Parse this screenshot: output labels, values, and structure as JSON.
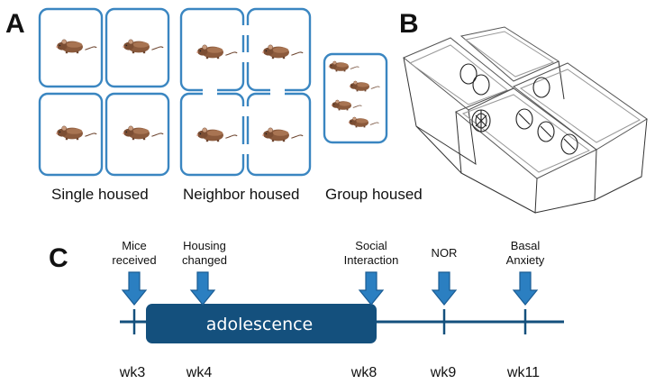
{
  "panels": {
    "a": "A",
    "b": "B",
    "c": "C"
  },
  "housing": {
    "single": "Single housed",
    "neighbor": "Neighbor housed",
    "group": "Group housed"
  },
  "timeline": {
    "bar_label": "adolescence",
    "weeks": [
      "wk3",
      "wk4",
      "wk8",
      "wk9",
      "wk11"
    ],
    "events": [
      {
        "line1": "Mice",
        "line2": "received"
      },
      {
        "line1": "Housing",
        "line2": "changed"
      },
      {
        "line1": "Social",
        "line2": "Interaction"
      },
      {
        "line1": "NOR",
        "line2": ""
      },
      {
        "line1": "Basal",
        "line2": "Anxiety"
      }
    ]
  },
  "colors": {
    "cage_border": "#3a86c1",
    "timeline": "#14507d",
    "arrow_fill": "#2b7fc1",
    "arrow_stroke": "#1a5c94",
    "mouse": "#8b5a3c"
  },
  "icons": [
    "mouse-icon",
    "down-arrow-icon",
    "cage-drawing"
  ]
}
